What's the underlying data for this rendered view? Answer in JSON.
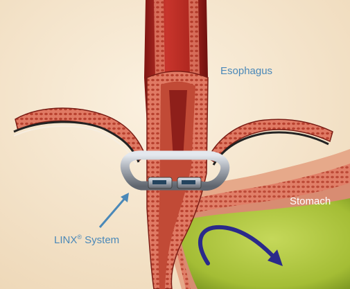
{
  "labels": {
    "esophagus": "Esophagus",
    "stomach": "Stomach",
    "linx_name": "LINX",
    "linx_reg": "®",
    "linx_suffix": " System"
  },
  "colors": {
    "background": "#f5e6cf",
    "esophagus_tissue": "#b52a24",
    "muscle_tissue": "#d86a56",
    "stomach_content": "#a8c038",
    "arrow": "#2a2a8a",
    "label_blue": "#4a88b8",
    "device": "#a9aeb6"
  }
}
